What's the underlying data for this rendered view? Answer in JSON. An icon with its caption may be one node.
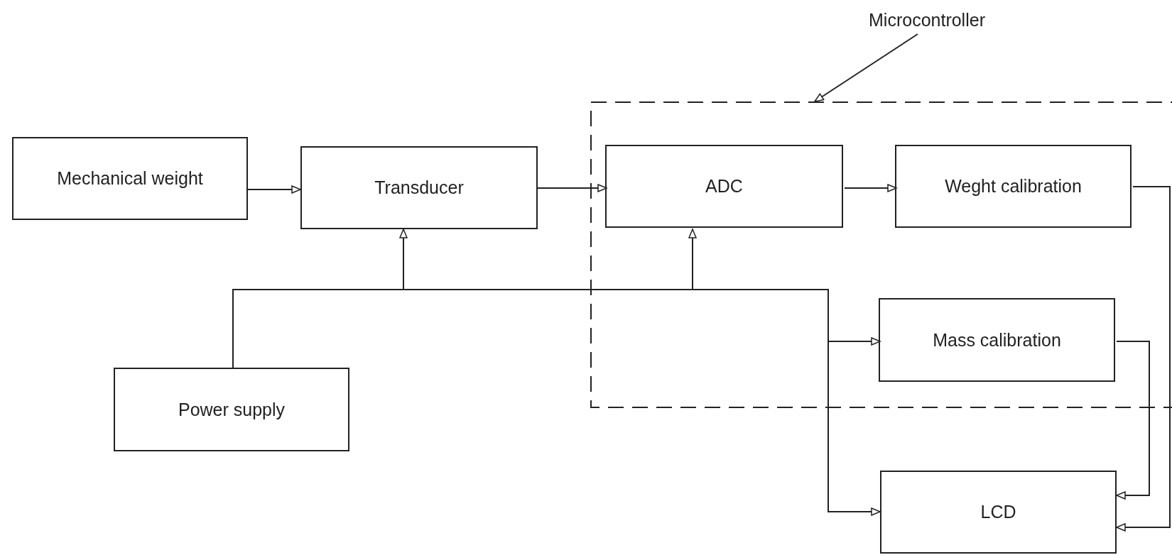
{
  "diagram": {
    "nodes": [
      {
        "text": [
          "Microcontroller"
        ]
      },
      {
        "text": [
          "Mechanical weight"
        ]
      },
      {
        "text": [
          "Transducer"
        ]
      },
      {
        "text": [],
        "shape": "box"
      },
      {
        "text": [
          "ADC"
        ],
        "in": 3
      },
      {
        "text": [
          "Weght calibration"
        ],
        "in": 3
      },
      {
        "text": [
          "Mass calibration"
        ],
        "in": 3
      },
      {
        "text": [
          "Power supply"
        ]
      },
      {
        "text": [
          "LCD"
        ]
      }
    ],
    "edges": [
      {
        "from": 0,
        "to": 3,
        "arrow": "to"
      },
      {
        "from": 1,
        "to": 2,
        "arrow": "to"
      },
      {
        "from": 2,
        "to": 4,
        "arrow": "to"
      },
      {
        "from": 4,
        "to": 5,
        "arrow": "to"
      },
      {
        "from": 7,
        "to": 2,
        "arrow": "to"
      },
      {
        "from": 7,
        "to": 4,
        "arrow": "to"
      },
      {
        "from": 7,
        "to": 6,
        "arrow": "to"
      },
      {
        "from": 7,
        "to": 8,
        "arrow": "to"
      },
      {
        "from": 5,
        "to": 8,
        "arrow": "to"
      },
      {
        "from": 6,
        "to": 8,
        "arrow": "to"
      }
    ]
  }
}
